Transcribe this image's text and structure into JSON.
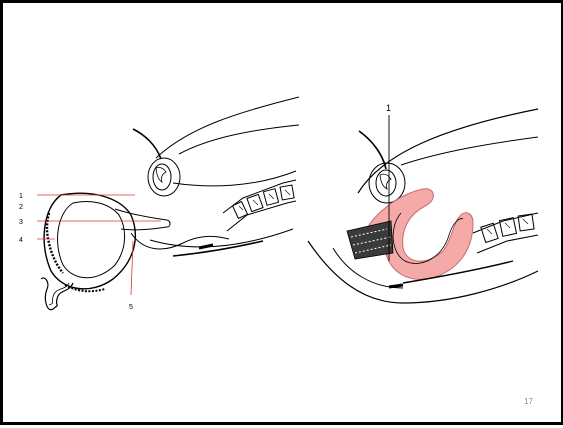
{
  "slide": {
    "page_number": "17"
  },
  "left_figure": {
    "labels": [
      "1",
      "2",
      "3",
      "4",
      "5"
    ],
    "leader_color": "#e33030"
  },
  "right_figure": {
    "labels": [
      "1"
    ],
    "uterus_fill": "#f4aaa8",
    "uterus_stroke": "#c96a6a"
  }
}
